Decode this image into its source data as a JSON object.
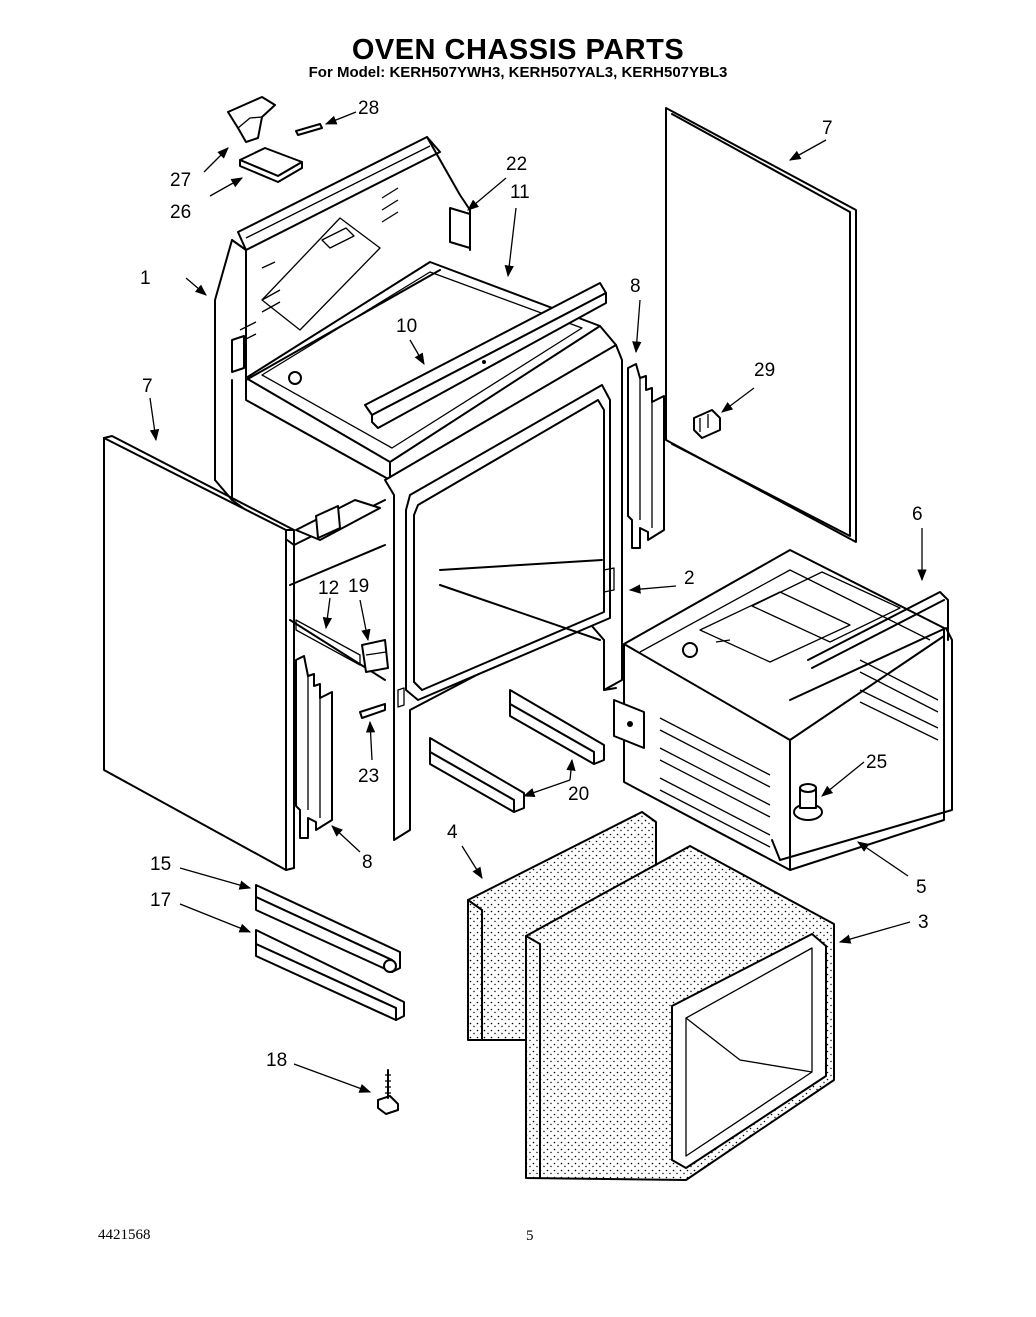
{
  "header": {
    "title": "OVEN CHASSIS PARTS",
    "subtitle": "For Model: KERH507YWH3, KERH507YAL3, KERH507YBL3"
  },
  "footer": {
    "doc_number": "4421568",
    "page_number": "5"
  },
  "callouts": {
    "c1": "1",
    "c2": "2",
    "c3": "3",
    "c4": "4",
    "c5": "5",
    "c6": "6",
    "c7_left": "7",
    "c7_right": "7",
    "c8_top": "8",
    "c8_bottom": "8",
    "c10": "10",
    "c11": "11",
    "c12": "12",
    "c15": "15",
    "c17": "17",
    "c18": "18",
    "c19": "19",
    "c20": "20",
    "c22": "22",
    "c23": "23",
    "c25": "25",
    "c26": "26",
    "c27": "27",
    "c28": "28",
    "c29": "29"
  }
}
